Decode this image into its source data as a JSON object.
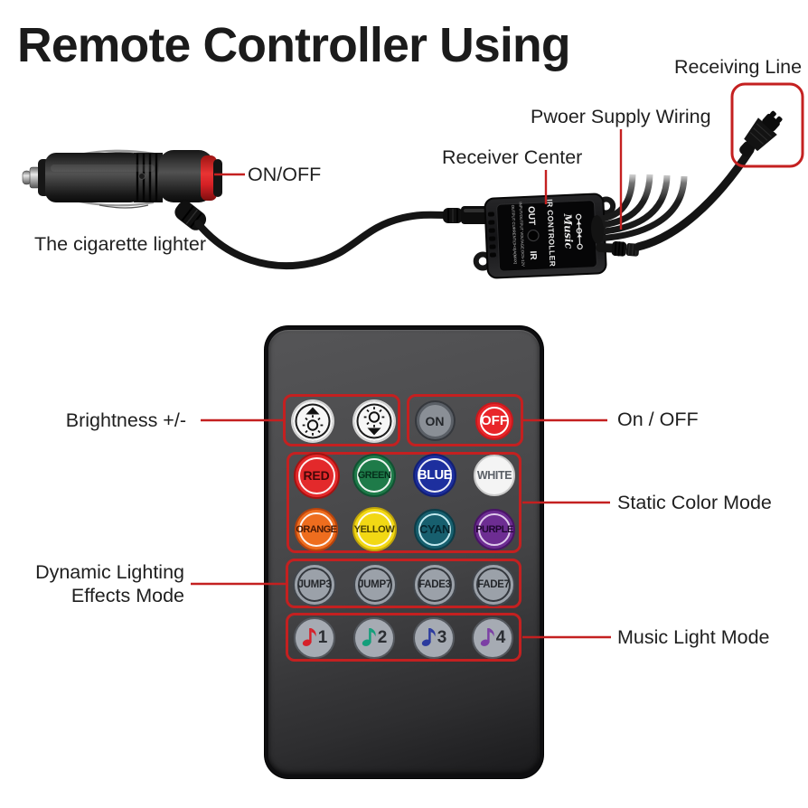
{
  "title": "Remote Controller Using",
  "annotations": {
    "plug_on_off": "ON/OFF",
    "cigarette_lighter": "The cigarette lighter",
    "receiver_center": "Receiver Center",
    "power_supply_wiring": "Pwoer Supply Wiring",
    "receiving_line": "Receiving Line",
    "brightness": "Brightness +/-",
    "remote_on_off": "On / OFF",
    "static_color_mode": "Static Color Mode",
    "dynamic_line1": "Dynamic Lighting",
    "dynamic_line2": "Effects Mode",
    "music_light_mode": "Music Light Mode"
  },
  "receiver_box": {
    "brand": "Music",
    "label_ir_controller": "IR CONTROLLER",
    "label_out": "OUT",
    "label_ir": "IR",
    "spec_line1": "INPUT/OUTPUT VOLTAGE:DC5-12V",
    "spec_line2": "OUTPUT CURRENT:(3+3)A(MAX)"
  },
  "remote": {
    "buttons": {
      "brightness_up": {
        "icon": "brightness-up-icon"
      },
      "brightness_down": {
        "icon": "brightness-down-icon"
      },
      "on": {
        "label": "ON"
      },
      "off": {
        "label": "OFF"
      },
      "red": {
        "label": "RED"
      },
      "green": {
        "label": "GREEN"
      },
      "blue": {
        "label": "BLUE"
      },
      "white": {
        "label": "WHITE"
      },
      "orange": {
        "label": "ORANGE"
      },
      "yellow": {
        "label": "YELLOW"
      },
      "cyan": {
        "label": "CYAN"
      },
      "purple": {
        "label": "PURPLE"
      },
      "jump3": {
        "label": "JUMP3"
      },
      "jump7": {
        "label": "JUMP7"
      },
      "fade3": {
        "label": "FADE3"
      },
      "fade7": {
        "label": "FADE7"
      },
      "music1": {
        "icon": "music-note-icon",
        "number": "1"
      },
      "music2": {
        "icon": "music-note-icon",
        "number": "2"
      },
      "music3": {
        "icon": "music-note-icon",
        "number": "3"
      },
      "music4": {
        "icon": "music-note-icon",
        "number": "4"
      }
    }
  },
  "colors": {
    "annotation_red": "#c42020",
    "title_text": "#1b1b1b",
    "remote_body": "#48484a",
    "button_red": "#e3292b",
    "button_green": "#1e7b49",
    "button_blue": "#1d2f9e",
    "button_white": "#f4f4f4",
    "button_orange": "#ee6d1e",
    "button_yellow": "#f2d814",
    "button_cyan": "#175f6e",
    "button_purple": "#6d2d92",
    "button_gray": "#9ba1a9",
    "off_button": "#e8262a",
    "note_red": "#d6202a",
    "note_green": "#139e7a",
    "note_blue": "#2b3a9e",
    "note_purple": "#7c3fa5"
  }
}
